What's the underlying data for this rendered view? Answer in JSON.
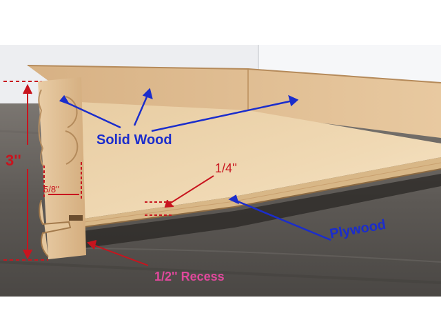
{
  "photo": {
    "subject": "drawer-side-profile",
    "colors": {
      "wall": "#eef0f2",
      "window": "#f7f8fa",
      "floor": "#5c5854",
      "wood_light": "#e6c8a0",
      "wood_dark": "#c9a373",
      "plywood": "#efd6ae",
      "annotation_blue": "#1b2dcc",
      "annotation_red": "#c8141e",
      "annotation_pink": "#e0489c"
    }
  },
  "annotations": {
    "solid_wood": "Solid Wood",
    "plywood": "Plywood",
    "height": "3''",
    "width": "5/8''",
    "thickness": "1/4''",
    "recess": "1/2'' Recess"
  }
}
